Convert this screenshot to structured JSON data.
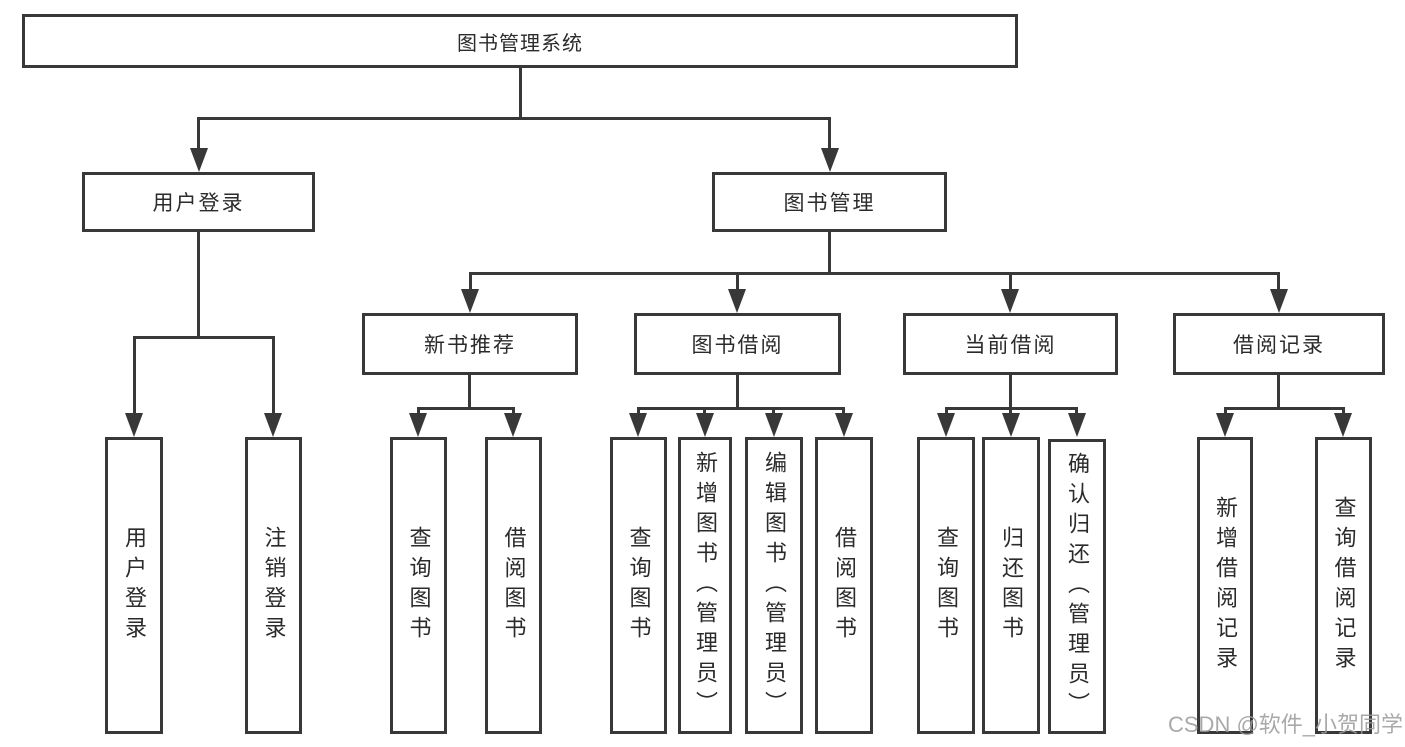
{
  "diagram": {
    "root": {
      "label": "图书管理系统"
    },
    "branches": [
      {
        "label": "用户登录",
        "children": [
          {
            "label": "用户登录"
          },
          {
            "label": "注销登录"
          }
        ]
      },
      {
        "label": "图书管理",
        "children": [
          {
            "label": "新书推荐",
            "children": [
              {
                "label": "查询图书"
              },
              {
                "label": "借阅图书"
              }
            ]
          },
          {
            "label": "图书借阅",
            "children": [
              {
                "label": "查询图书"
              },
              {
                "label": "新增图书（管理员）"
              },
              {
                "label": "编辑图书（管理员）"
              },
              {
                "label": "借阅图书"
              }
            ]
          },
          {
            "label": "当前借阅",
            "children": [
              {
                "label": "查询图书"
              },
              {
                "label": "归还图书"
              },
              {
                "label": "确认归还（管理员）"
              }
            ]
          },
          {
            "label": "借阅记录",
            "children": [
              {
                "label": "新增借阅记录"
              },
              {
                "label": "查询借阅记录"
              }
            ]
          }
        ]
      }
    ]
  },
  "watermark": {
    "text": "CSDN @软件_小贺同学",
    "color": "#9b9b9b"
  },
  "colors": {
    "line": "#383838",
    "text": "#2b2b2b",
    "background": "#ffffff"
  }
}
